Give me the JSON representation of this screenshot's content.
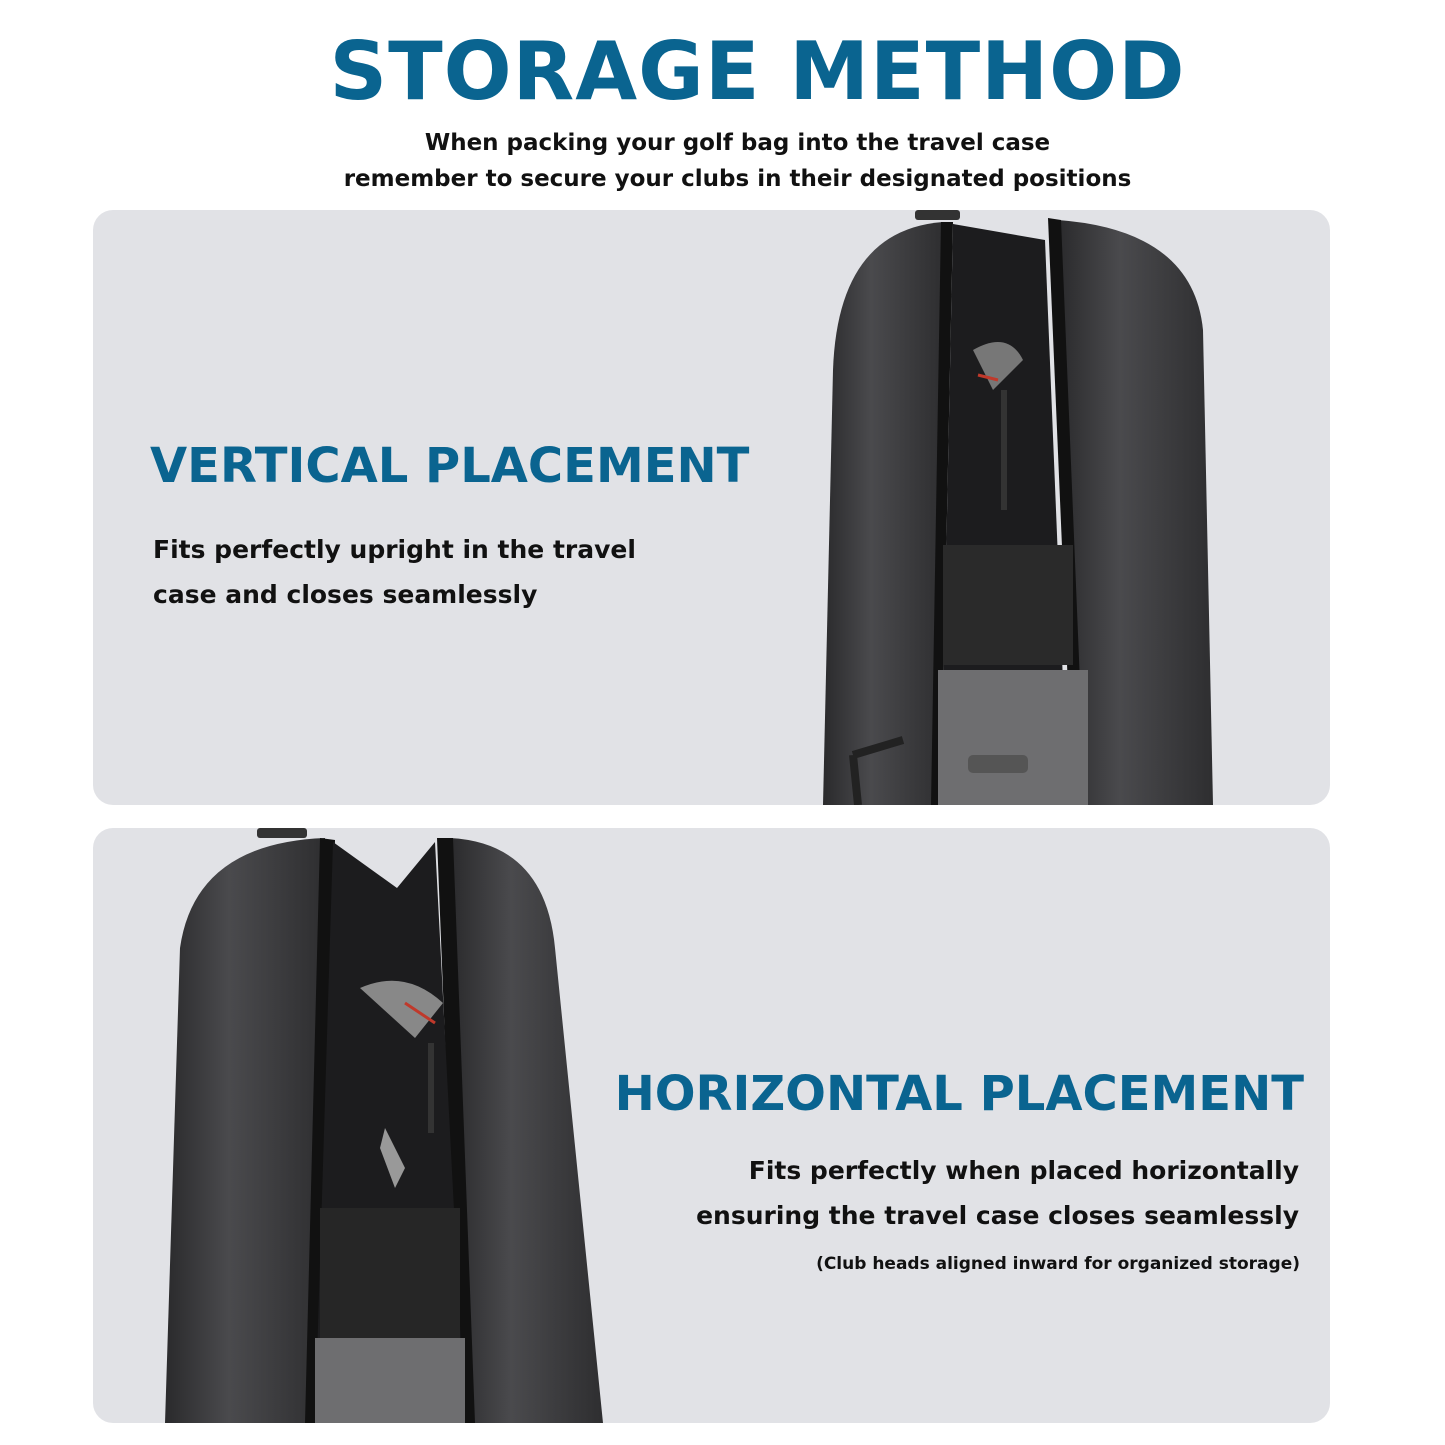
{
  "header": {
    "title": "STORAGE METHOD",
    "subtitle_line1": "When packing your golf bag into the travel case",
    "subtitle_line2": "remember to secure your clubs in their designated positions"
  },
  "vertical": {
    "heading": "VERTICAL PLACEMENT",
    "line1": "Fits perfectly upright in the travel",
    "line2": "case and closes seamlessly"
  },
  "horizontal": {
    "heading": "HORIZONTAL PLACEMENT",
    "line1": "Fits perfectly when placed horizontally",
    "line2": "ensuring the travel case closes seamlessly",
    "note": "(Club heads aligned inward for organized storage)"
  },
  "colors": {
    "accent": "#0a6490",
    "panel": "#e1e2e6"
  }
}
